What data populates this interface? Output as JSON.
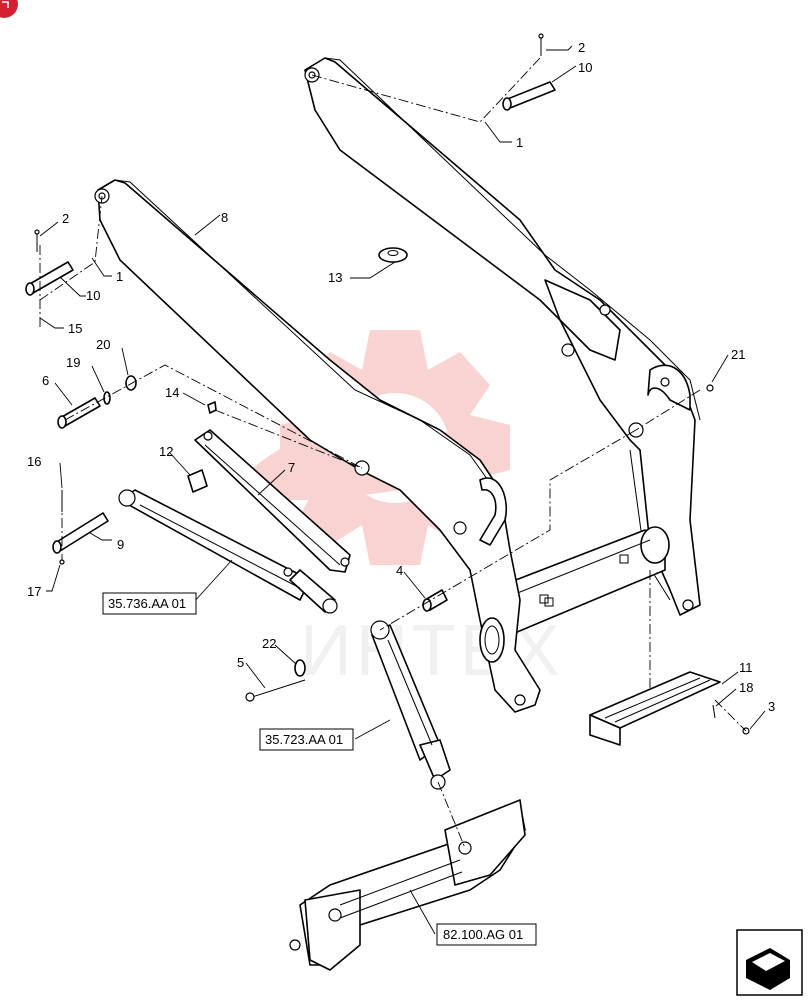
{
  "diagram": {
    "callouts": [
      {
        "id": "c2a",
        "label": "2"
      },
      {
        "id": "c10a",
        "label": "10"
      },
      {
        "id": "c1a",
        "label": "1"
      },
      {
        "id": "c8",
        "label": "8"
      },
      {
        "id": "c2b",
        "label": "2"
      },
      {
        "id": "c1b",
        "label": "1"
      },
      {
        "id": "c10b",
        "label": "10"
      },
      {
        "id": "c15",
        "label": "15"
      },
      {
        "id": "c13",
        "label": "13"
      },
      {
        "id": "c20",
        "label": "20"
      },
      {
        "id": "c19",
        "label": "19"
      },
      {
        "id": "c6",
        "label": "6"
      },
      {
        "id": "c14",
        "label": "14"
      },
      {
        "id": "c12",
        "label": "12"
      },
      {
        "id": "c7",
        "label": "7"
      },
      {
        "id": "c21",
        "label": "21"
      },
      {
        "id": "c16",
        "label": "16"
      },
      {
        "id": "c9",
        "label": "9"
      },
      {
        "id": "c17",
        "label": "17"
      },
      {
        "id": "c4",
        "label": "4"
      },
      {
        "id": "c22",
        "label": "22"
      },
      {
        "id": "c5",
        "label": "5"
      },
      {
        "id": "c11",
        "label": "11"
      },
      {
        "id": "c18",
        "label": "18"
      },
      {
        "id": "c3",
        "label": "3"
      }
    ],
    "references": [
      {
        "id": "ref1",
        "label": "35.736.AA 01"
      },
      {
        "id": "ref2",
        "label": "35.723.AA 01"
      },
      {
        "id": "ref3",
        "label": "82.100.AG 01"
      }
    ],
    "watermark_text": "ИНТЕХ",
    "colors": {
      "line": "#000000",
      "background": "#ffffff",
      "watermark": "#f4b6b6",
      "corner_badge": "#d42030"
    },
    "icons": [
      "corner-badge-icon",
      "view-orientation-icon"
    ]
  }
}
